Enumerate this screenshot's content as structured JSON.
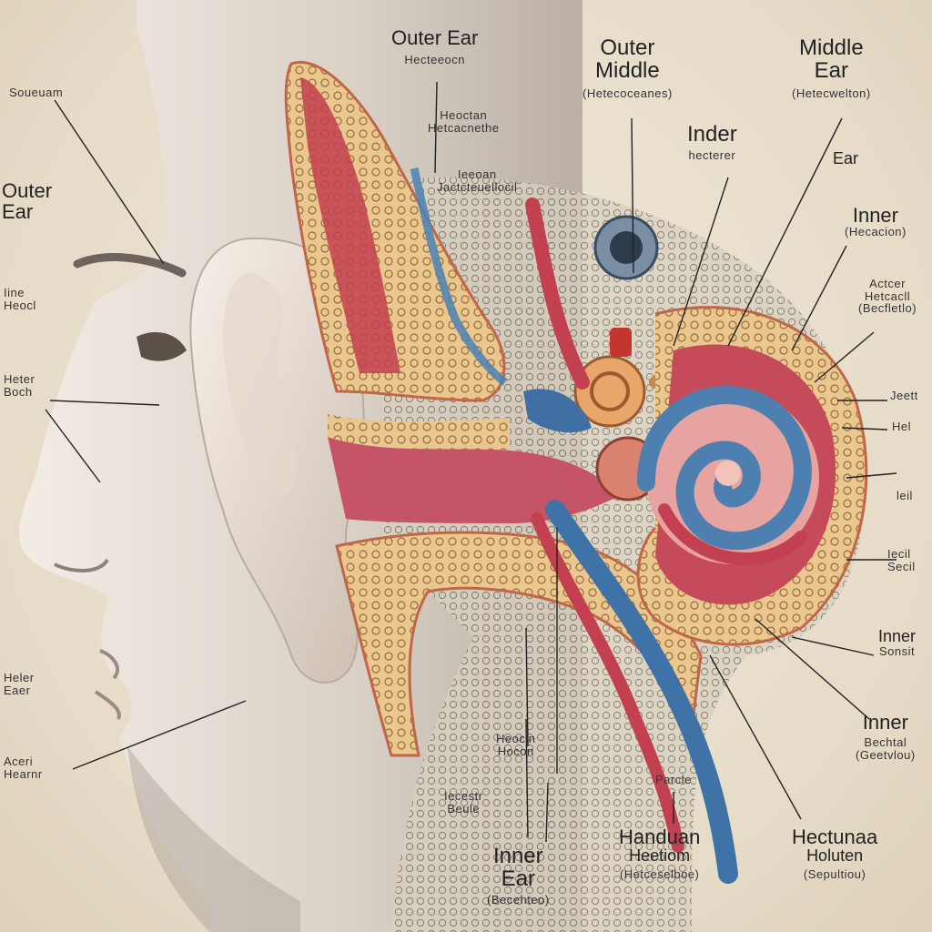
{
  "labels": {
    "outer_ear_top": {
      "line1": "Outer Ear",
      "line2": "Hecteeocn"
    },
    "outer_middle": {
      "line1": "Outer",
      "line2": "Middle",
      "line3": "(Hetecoceanes)"
    },
    "middle_ear": {
      "line1": "Middle",
      "line2": "Ear",
      "line3": "(Hetecwelton)"
    },
    "heoctan": {
      "line1": "Heoctan",
      "line2": "Hetcacnethe"
    },
    "iecean": {
      "line1": "Ieeoan",
      "line2": "Jactcteuellocil"
    },
    "inder": {
      "line1": "Inder",
      "line2": "hecterer"
    },
    "ear_right": {
      "line1": "Ear"
    },
    "inner_right1": {
      "line1": "Inner",
      "line2": "(Hecacion)"
    },
    "acter": {
      "line1": "Actcer",
      "line2": "Hetcacll",
      "line3": "(Becfletlo)"
    },
    "small_right1": {
      "line1": "Jeett"
    },
    "small_right2": {
      "line1": "Hel"
    },
    "small_right3": {
      "line1": "leil"
    },
    "small_right4": {
      "line1": "Iecil",
      "line2": "Secil"
    },
    "inner_right2": {
      "line1": "Inner",
      "line2": "Sonsit"
    },
    "inner_right3": {
      "line1": "Inner",
      "line2": "Bechtal",
      "line3": "(Geetvlou)"
    },
    "soueuam": {
      "line1": "Soueuam"
    },
    "outer_ear_left": {
      "line1": "Outer",
      "line2": "Ear"
    },
    "iine": {
      "line1": "Iine",
      "line2": "Heocl"
    },
    "heter": {
      "line1": "Heter",
      "line2": "Boch"
    },
    "heler_ear": {
      "line1": "Heler",
      "line2": "Eaer"
    },
    "aceri": {
      "line1": "Aceri",
      "line2": "Hearnr"
    },
    "heocin": {
      "line1": "Heocin",
      "line2": "Hocon"
    },
    "iecestr": {
      "line1": "Iecestr",
      "line2": "Beule"
    },
    "inner_ear_bottom": {
      "line1": "Inner",
      "line2": "Ear",
      "line3": "(Becehteo)"
    },
    "parcle": {
      "line1": "Parcle"
    },
    "handuan": {
      "line1": "Handuan",
      "line2": "Heetiom",
      "line3": "(Hetceselboe)"
    },
    "hectunaa": {
      "line1": "Hectunaa",
      "line2": "Holuten",
      "line3": "(Sepultiou)"
    }
  }
}
